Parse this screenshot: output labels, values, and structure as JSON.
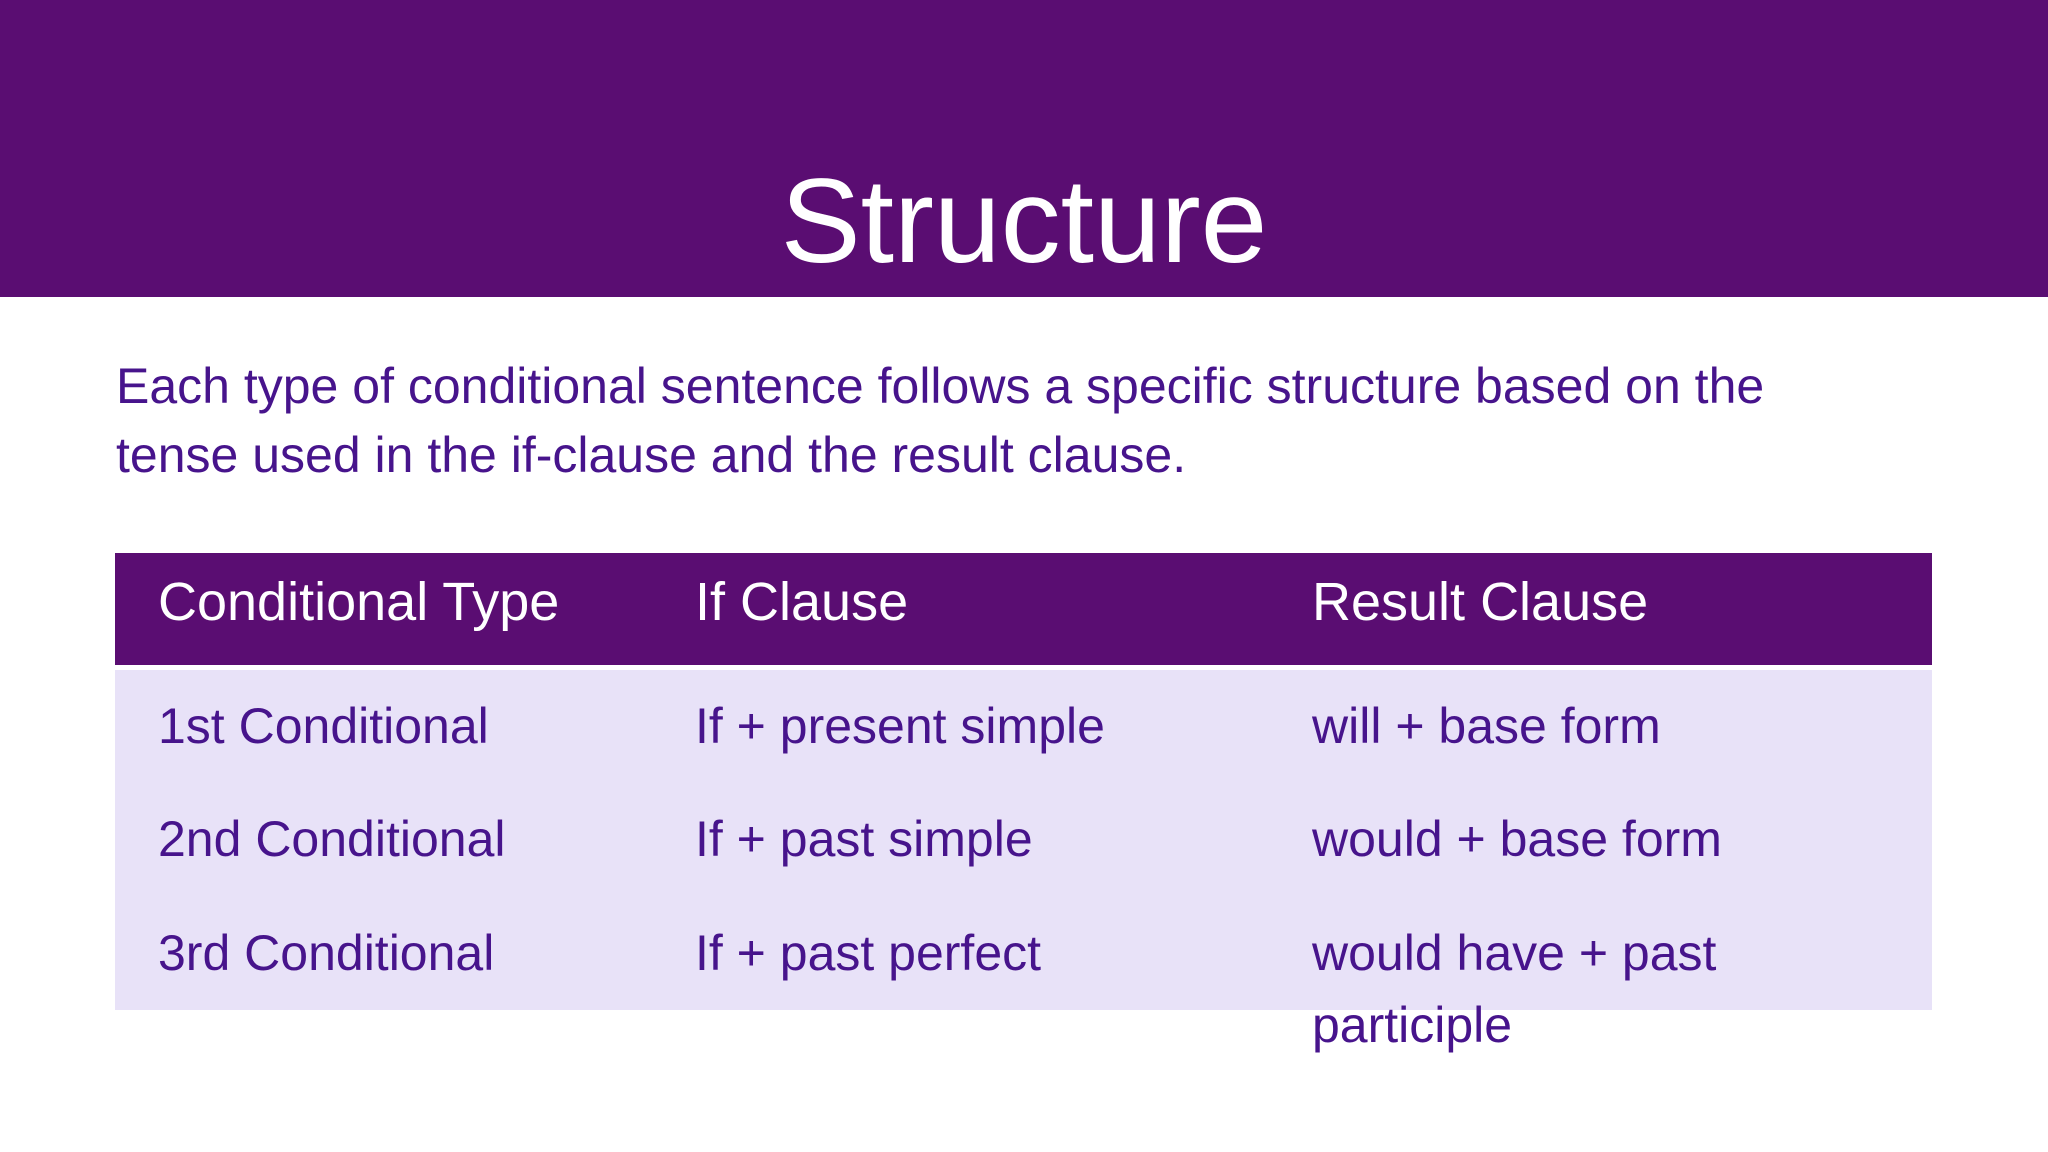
{
  "slide": {
    "title": "Structure",
    "intro_lines": [
      "Each type of conditional sentence follows a specific structure based on the",
      "tense used in the if-clause and the result clause."
    ]
  },
  "table": {
    "headers": [
      "Conditional Type",
      "If Clause",
      "Result Clause"
    ],
    "rows": [
      [
        "1st Conditional",
        "If + present simple",
        "will + base form"
      ],
      [
        "2nd Conditional",
        "If + past simple",
        "would + base form"
      ],
      [
        "3rd Conditional",
        "If + past perfect",
        "would have + past participle"
      ]
    ]
  },
  "colors": {
    "band_and_header_purple": "#5a0d72",
    "body_lavender": "#e8e2f8",
    "text_violet": "#47148c",
    "title_white": "#ffffff",
    "background": "#ffffff"
  }
}
